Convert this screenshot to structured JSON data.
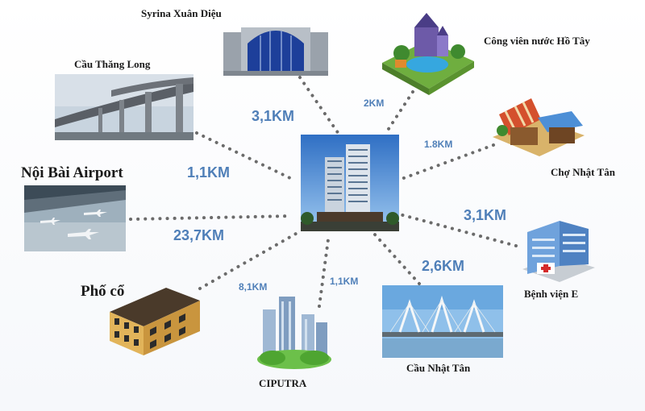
{
  "center": {
    "name": "project-building"
  },
  "places": [
    {
      "id": "syrina",
      "label": "Syrina  Xuân Diệu",
      "distance": "3,1KM"
    },
    {
      "id": "ho-tay",
      "label": "Công viên nước Hồ Tây",
      "distance": "2KM"
    },
    {
      "id": "thang-long",
      "label": "Cầu Thăng Long",
      "distance": "1,1KM"
    },
    {
      "id": "cho-nhat-tan",
      "label": "Chợ Nhật Tân",
      "distance": "1.8KM"
    },
    {
      "id": "noi-bai",
      "label": "Nội Bài Airport",
      "distance": "23,7KM"
    },
    {
      "id": "benh-vien-e",
      "label": "Bệnh viện E",
      "distance": "3,1KM"
    },
    {
      "id": "pho-co",
      "label": "Phố cổ",
      "distance": "8,1KM"
    },
    {
      "id": "ciputra",
      "label": "CIPUTRA",
      "distance": "1,1KM"
    },
    {
      "id": "cau-nhat-tan",
      "label": "Cầu Nhật Tân",
      "distance": "2,6KM"
    }
  ],
  "colors": {
    "distance_text": "#4f7fb8",
    "dots": "#6b6b6b"
  }
}
